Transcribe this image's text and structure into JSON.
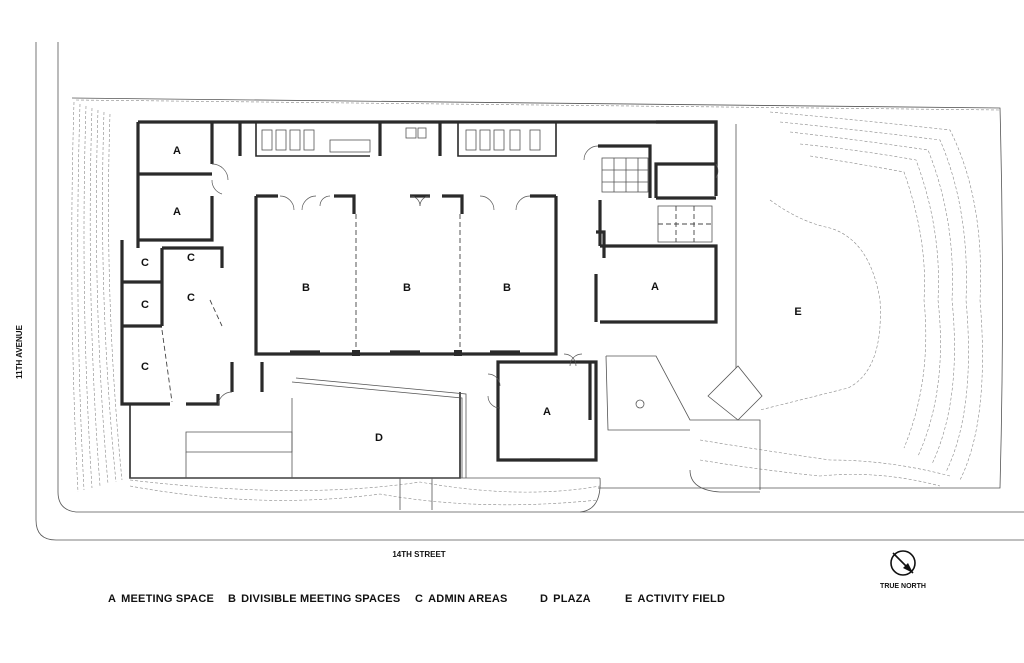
{
  "streets": {
    "avenue": "11TH AVENUE",
    "street": "14TH STREET"
  },
  "rooms": [
    {
      "code": "A"
    },
    {
      "code": "A"
    },
    {
      "code": "A"
    },
    {
      "code": "A"
    },
    {
      "code": "B"
    },
    {
      "code": "B"
    },
    {
      "code": "B"
    },
    {
      "code": "C"
    },
    {
      "code": "C"
    },
    {
      "code": "C"
    },
    {
      "code": "C"
    },
    {
      "code": "C"
    },
    {
      "code": "D"
    },
    {
      "code": "E"
    }
  ],
  "legend": [
    {
      "code": "A",
      "label": "MEETING SPACE"
    },
    {
      "code": "B",
      "label": "DIVISIBLE MEETING SPACES"
    },
    {
      "code": "C",
      "label": "ADMIN AREAS"
    },
    {
      "code": "D",
      "label": "PLAZA"
    },
    {
      "code": "E",
      "label": "ACTIVITY FIELD"
    }
  ],
  "north_arrow": {
    "label": "TRUE NORTH",
    "icon": "north-arrow-icon"
  },
  "colors": {
    "ink": "#2a2a2a",
    "background": "#ffffff"
  }
}
